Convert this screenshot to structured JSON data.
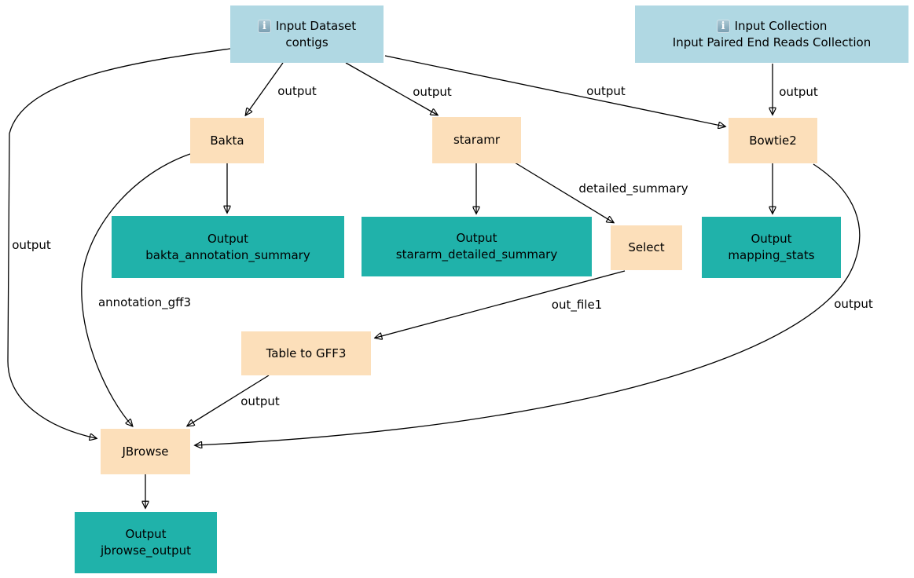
{
  "diagram": {
    "kind": "workflow-graph",
    "colors": {
      "input_fill": "#b0d8e3",
      "tool_fill": "#fcdfba",
      "output_fill": "#20b2aa",
      "edge_color": "#000000"
    },
    "icons": {
      "info_glyph": "i"
    },
    "nodes": {
      "input_contigs": {
        "type": "input dataset",
        "line1": "Input Dataset",
        "line2": "contigs"
      },
      "input_collection": {
        "type": "input collection",
        "line1": "Input Collection",
        "line2": "Input Paired End Reads Collection"
      },
      "bakta": {
        "type": "tool",
        "label": "Bakta"
      },
      "staramr": {
        "type": "tool",
        "label": "staramr"
      },
      "bowtie2": {
        "type": "tool",
        "label": "Bowtie2"
      },
      "select": {
        "type": "tool",
        "label": "Select"
      },
      "table_to_gff3": {
        "type": "tool",
        "label": "Table to GFF3"
      },
      "jbrowse": {
        "type": "tool",
        "label": "JBrowse"
      },
      "out_bakta": {
        "type": "output",
        "line1": "Output",
        "line2": "bakta_annotation_summary"
      },
      "out_staramr": {
        "type": "output",
        "line1": "Output",
        "line2": "stararm_detailed_summary"
      },
      "out_mapping": {
        "type": "output",
        "line1": "Output",
        "line2": "mapping_stats"
      },
      "out_jbrowse": {
        "type": "output",
        "line1": "Output",
        "line2": "jbrowse_output"
      }
    },
    "edge_labels": {
      "contigs_bakta": "output",
      "contigs_staramr": "output",
      "contigs_bowtie2": "output",
      "collection_bowtie2": "output",
      "staramr_select": "detailed_summary",
      "contigs_jbrowse": "output",
      "bakta_jbrowse": "annotation_gff3",
      "select_tablegff3": "out_file1",
      "tablegff3_jbrowse": "output",
      "bowtie2_jbrowse": "output"
    }
  }
}
